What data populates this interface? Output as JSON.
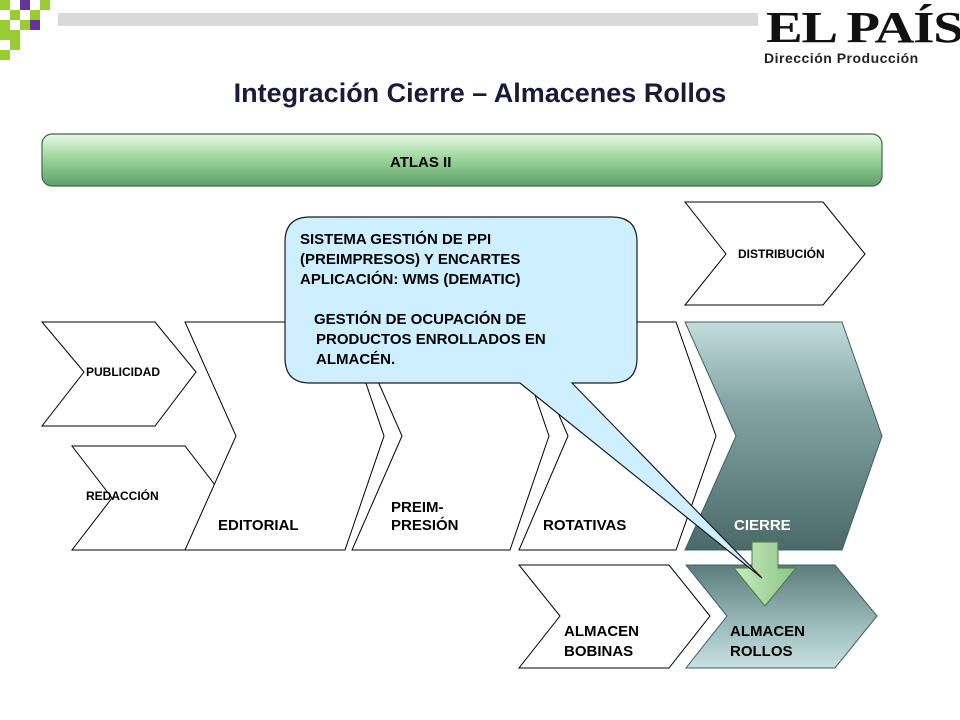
{
  "title": "Integración Cierre – Almacenes Rollos",
  "logo": {
    "brand": "EL PAÍS",
    "subtitle": "Dirección Producción"
  },
  "atlas": "ATLAS II",
  "process": {
    "publicidad": "PUBLICIDAD",
    "redaccion": "REDACCIÓN",
    "editorial": "EDITORIAL",
    "preimpresion_line1": "PREIM-",
    "preimpresion_line2": "PRESIÓN",
    "rotativas": "ROTATIVAS",
    "cierre": "CIERRE",
    "distribucion": "DISTRIBUCIÓN",
    "almacen_bobinas_line1": "ALMACEN",
    "almacen_bobinas_line2": "BOBINAS",
    "almacen_rollos_line1": "ALMACEN",
    "almacen_rollos_line2": "ROLLOS"
  },
  "callout": {
    "line1": "SISTEMA GESTIÓN DE PPI",
    "line2": "(PREIMPRESOS) Y ENCARTES",
    "line3": "APLICACIÓN: WMS (DEMATIC)",
    "line4": "GESTIÓN DE OCUPACIÓN DE",
    "line5": "PRODUCTOS ENROLLADOS EN",
    "line6": "ALMACÉN."
  },
  "colors": {
    "atlas_bar": "#8fce8f",
    "callout_fill": "#cdefff",
    "cierre_fill": "#587878",
    "arrow_fill": "#a8d8a0",
    "logo_green": "#99cc33",
    "logo_purple": "#663399"
  }
}
